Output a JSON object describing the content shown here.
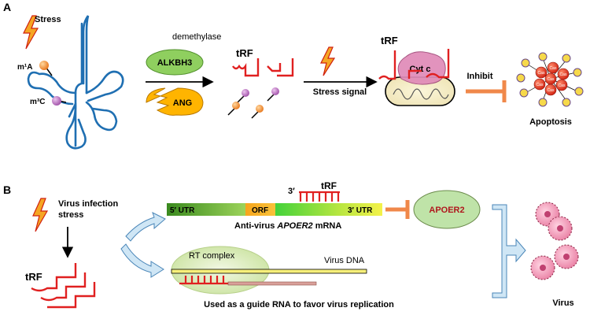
{
  "panel_a": {
    "label": "A",
    "stress": "Stress",
    "m1a": "m¹A",
    "m3c": "m³C",
    "demethylase": "demethylase",
    "alkbh3": "ALKBH3",
    "ang": "ANG",
    "trf_left": "tRF",
    "trf_mito": "tRF",
    "stress_signal": "Stress signal",
    "cytc": "Cyt c",
    "inhibit": "Inhibit",
    "apoptosis": "Apoptosis",
    "cas_label": "Cas"
  },
  "panel_b": {
    "label": "B",
    "virus_infection": "Virus infection",
    "stress": "stress",
    "trf_left": "tRF",
    "trf_top": "tRF",
    "three_prime": "3′",
    "utr5": "5′ UTR",
    "orf": "ORF",
    "utr3": "3′ UTR",
    "mrna_pre": "Anti-virus ",
    "mrna_gene": "APOER2",
    "mrna_post": " mRNA",
    "apoer2": "APOER2",
    "rt_complex": "RT complex",
    "virus_dna": "Virus DNA",
    "guide": "Used as a guide RNA to favor virus replication",
    "virus": "Virus"
  },
  "colors": {
    "trna_blue": "#1f6fb2",
    "trf_red": "#e02020",
    "m1a_orange": "#f08c1a",
    "m3c_purple": "#b060b8",
    "alkbh3_green": "#8fcf5f",
    "ang_yellow": "#ffb400",
    "inhibit_orange": "#f0884a",
    "apoer2_green": "#bfe3a8",
    "apoer2_text": "#b0181e",
    "cytc_pink": "#e08ab8"
  }
}
